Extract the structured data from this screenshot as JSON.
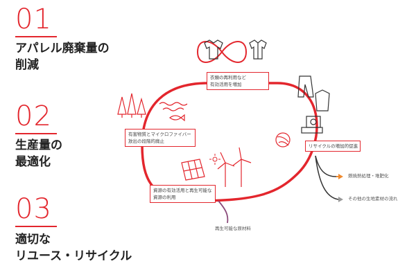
{
  "sections": [
    {
      "number": "01",
      "line1": "アパレル廃棄量の",
      "line2": "削減"
    },
    {
      "number": "02",
      "line1": "生産量の",
      "line2": "最適化"
    },
    {
      "number": "03",
      "line1": "適切な",
      "line2": "リユース・リサイクル"
    }
  ],
  "diagram": {
    "box_reuse": {
      "line1": "衣類の再利用など",
      "line2": "有効活用を増加"
    },
    "box_recycle": {
      "line1": "リサイクルの増加的促進"
    },
    "box_hazard": {
      "line1": "有害物質とマイクロファイバー",
      "line2": "放出の段階的廃止"
    },
    "box_resource": {
      "line1": "資源の有効活用と再生可能な",
      "line2": "資源の利用"
    },
    "out_energy": "燃焼熱処理・堆肥化",
    "out_other": "その他の生地素材の流れ",
    "in_renewable": "再生可能な原材料"
  },
  "colors": {
    "accent": "#e3262d",
    "ink": "#333333",
    "orange": "#f08a2e",
    "purple": "#8a4a7a",
    "gray": "#9a9a9a"
  }
}
